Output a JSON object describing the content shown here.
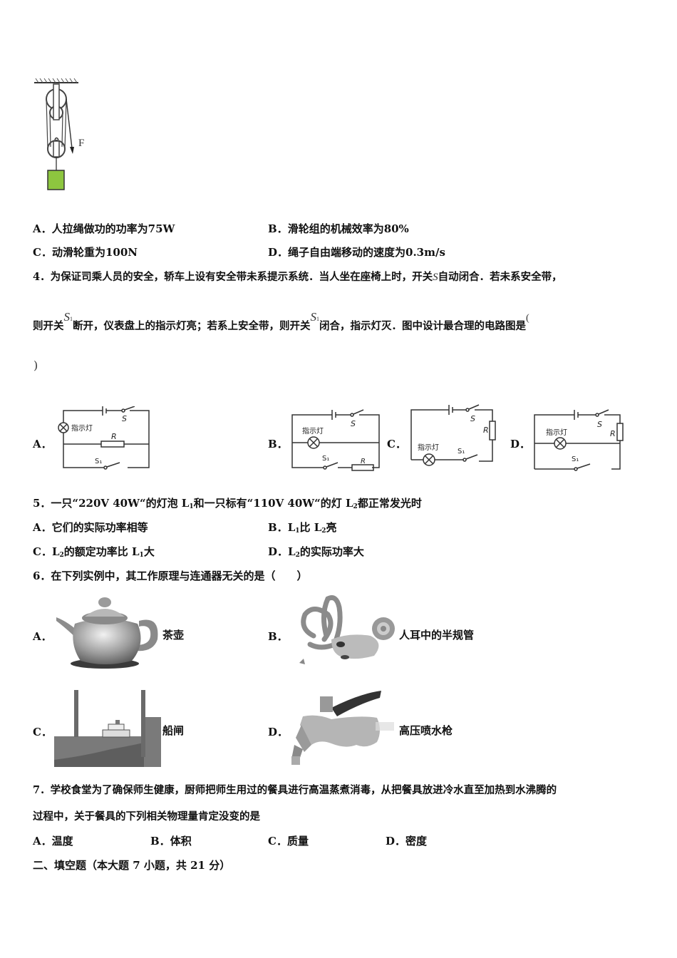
{
  "q3": {
    "figure_label_F": "F",
    "options": [
      {
        "key": "A．",
        "text": "人拉绳做功的功率为75W"
      },
      {
        "key": "B．",
        "text": "滑轮组的机械效率为80%"
      },
      {
        "key": "C．",
        "text": "动滑轮重为100N"
      },
      {
        "key": "D．",
        "text": "绳子自由端移动的速度为0.3m/s"
      }
    ]
  },
  "q4": {
    "line1": "4．为保证司乘人员的安全，轿车上设有安全带未系提示系统．当人坐在座椅上时，开关",
    "line1_sym": "S",
    "line1_end": "自动闭合．若未系安全带，",
    "line2_a": "则开关",
    "sym_s1": "S",
    "sym_s1_sub": "1",
    "line2_b": "断开，仪表盘上的指示灯亮；若系上安全带，则开关",
    "line2_c": "闭合，指示灯灭．图中设计最合理的电路图是",
    "paren_open": "(",
    "paren_close": ")",
    "circuits": [
      {
        "key": "A．",
        "lamp_label": "指示灯",
        "s": "S",
        "r": "R",
        "s1": "S₁"
      },
      {
        "key": "B．",
        "lamp_label": "指示灯",
        "s": "S",
        "r": "R",
        "s1": "S₁"
      },
      {
        "key": "C．",
        "lamp_label": "指示灯",
        "s": "S",
        "r": "R",
        "s1": "S₁"
      },
      {
        "key": "D．",
        "lamp_label": "指示灯",
        "s": "S",
        "r": "R",
        "s1": "S₁"
      }
    ]
  },
  "q5": {
    "stem_a": "5．一只“220V 40W“的灯泡 L",
    "stem_sub1": "1",
    "stem_b": "和一只标有“110V 40W“的灯 L",
    "stem_sub2": "2",
    "stem_c": "都正常发光时",
    "options": [
      {
        "key": "A．",
        "text": "它们的实际功率相等"
      },
      {
        "key": "B．",
        "pre": "L",
        "s1": "1",
        "mid": "比 L",
        "s2": "2",
        "post": "亮"
      },
      {
        "key": "C．",
        "pre": "L",
        "s1": "2",
        "mid": "的额定功率比 L",
        "s2": "1",
        "post": "大"
      },
      {
        "key": "D．",
        "pre": "L",
        "s1": "2",
        "post": "的实际功率大"
      }
    ]
  },
  "q6": {
    "stem": "6．在下列实例中，其工作原理与连通器无关的是（　　）",
    "options": [
      {
        "key": "A．",
        "caption": "茶壶"
      },
      {
        "key": "B．",
        "caption": "人耳中的半规管"
      },
      {
        "key": "C．",
        "caption": "船闸"
      },
      {
        "key": "D．",
        "caption": "高压喷水枪"
      }
    ]
  },
  "q7": {
    "line1": "7．学校食堂为了确保师生健康，厨师把师生用过的餐具进行高温蒸煮消毒，从把餐具放进冷水直至加热到水沸腾的",
    "line2": "过程中，关于餐具的下列相关物理量肯定没变的是",
    "options": [
      {
        "key": "A．",
        "text": "温度"
      },
      {
        "key": "B．",
        "text": "体积"
      },
      {
        "key": "C．",
        "text": "质量"
      },
      {
        "key": "D．",
        "text": "密度"
      }
    ]
  },
  "section2": {
    "title": "二、填空题（本大题 7 小题，共 21 分）"
  }
}
